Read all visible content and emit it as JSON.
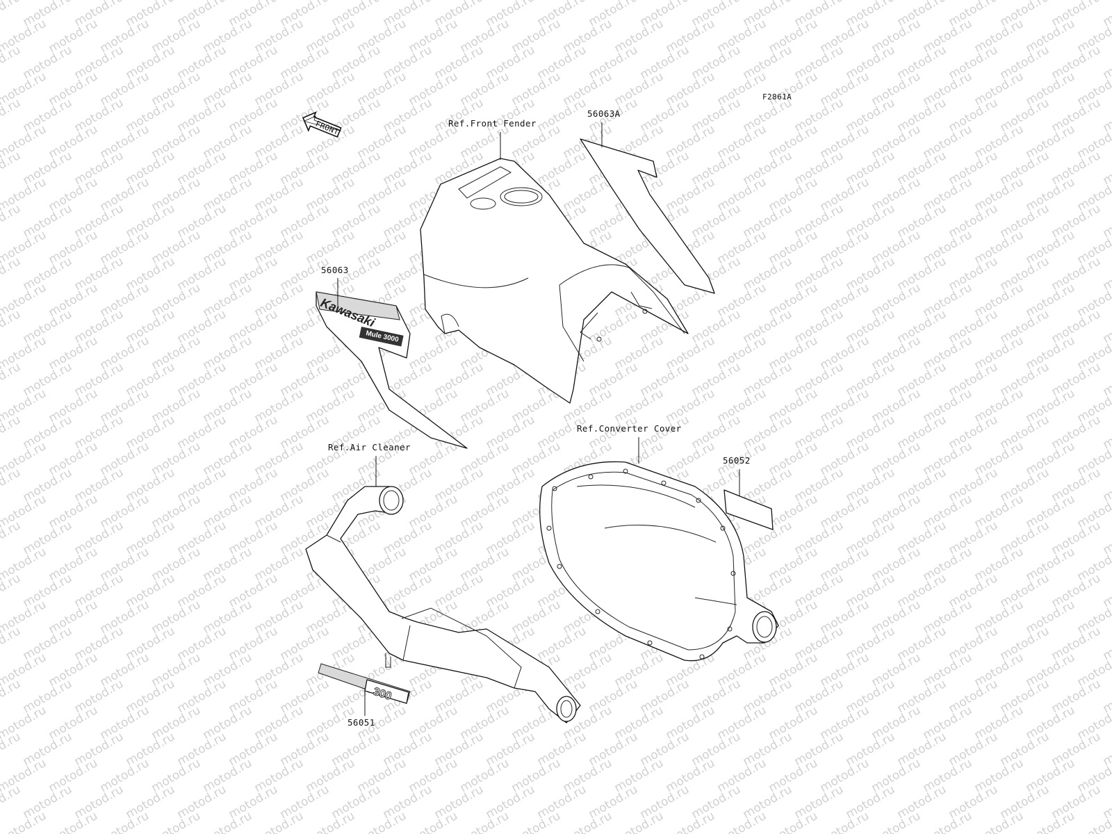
{
  "figure_code": "F2861A",
  "front_arrow_label": "FRONT",
  "watermark_text": "motod.ru",
  "callouts": {
    "ref_front_fender": "Ref.Front Fender",
    "part_56063a": "56063A",
    "part_56063": "56063",
    "ref_air_cleaner": "Ref.Air Cleaner",
    "ref_converter_cover": "Ref.Converter Cover",
    "part_56052": "56052",
    "part_56051": "56051"
  },
  "decal_text": {
    "brand": "Kawasaki",
    "model_sub": "Mule 3000",
    "model_number": "300"
  },
  "colors": {
    "line": "#111111",
    "decal_fill": "#d9d9d9",
    "watermark": "#d0d0d0"
  }
}
